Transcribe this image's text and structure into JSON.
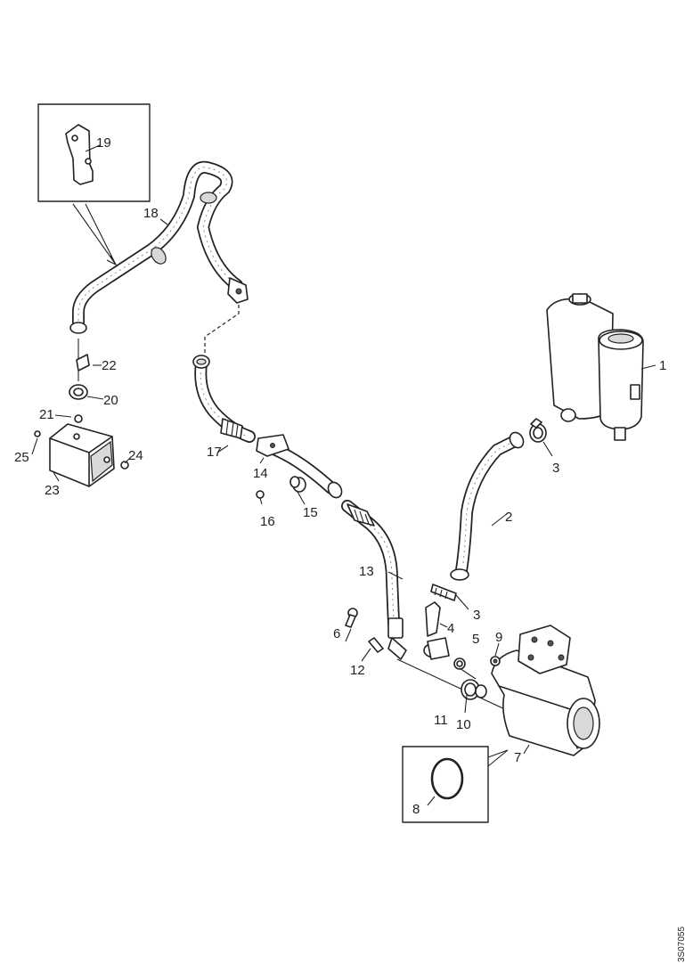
{
  "diagram": {
    "drawing_code": "3S07055",
    "callouts": {
      "c1": "1",
      "c2": "2",
      "c3a": "3",
      "c3b": "3",
      "c4": "4",
      "c5": "5",
      "c6": "6",
      "c7": "7",
      "c8": "8",
      "c9": "9",
      "c10": "10",
      "c11": "11",
      "c12": "12",
      "c13": "13",
      "c14": "14",
      "c15": "15",
      "c16": "16",
      "c17": "17",
      "c18": "18",
      "c19": "19",
      "c20": "20",
      "c21": "21",
      "c22": "22",
      "c23": "23",
      "c24": "24",
      "c25": "25"
    }
  }
}
